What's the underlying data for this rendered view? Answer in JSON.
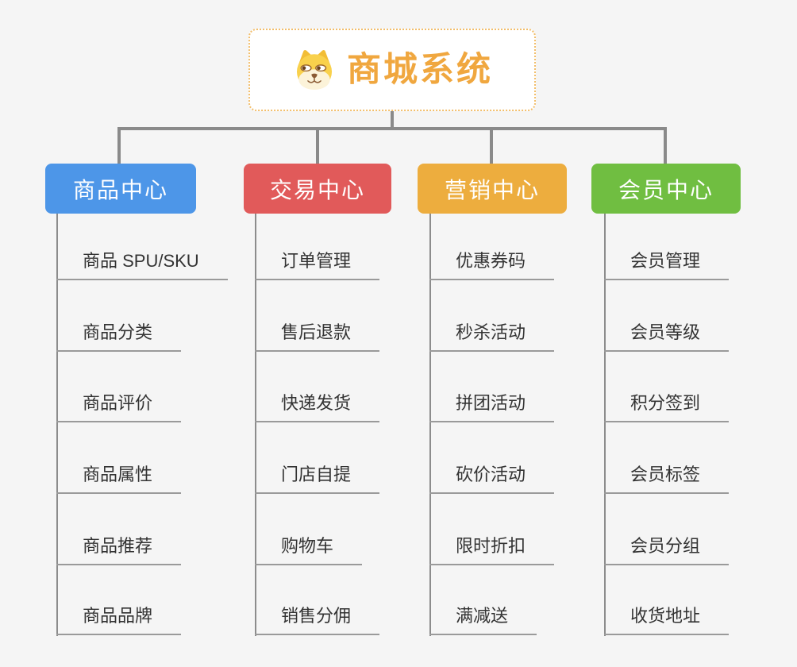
{
  "app": {
    "background": "#F5F5F5",
    "connector_color": "#8A8A8A"
  },
  "root": {
    "title": "商城系统",
    "icon": "dog-face-icon",
    "text_color": "#F0A73F",
    "border_color": "#F2BE6B"
  },
  "branches": [
    {
      "label": "商品中心",
      "color": "#4D96E8",
      "items": [
        "商品 SPU/SKU",
        "商品分类",
        "商品评价",
        "商品属性",
        "商品推荐",
        "商品品牌"
      ]
    },
    {
      "label": "交易中心",
      "color": "#E15A5A",
      "items": [
        "订单管理",
        "售后退款",
        "快递发货",
        "门店自提",
        "购物车",
        "销售分佣"
      ]
    },
    {
      "label": "营销中心",
      "color": "#EDAD3E",
      "items": [
        "优惠券码",
        "秒杀活动",
        "拼团活动",
        "砍价活动",
        "限时折扣",
        "满减送"
      ]
    },
    {
      "label": "会员中心",
      "color": "#70BE41",
      "items": [
        "会员管理",
        "会员等级",
        "积分签到",
        "会员标签",
        "会员分组",
        "收货地址"
      ]
    }
  ]
}
